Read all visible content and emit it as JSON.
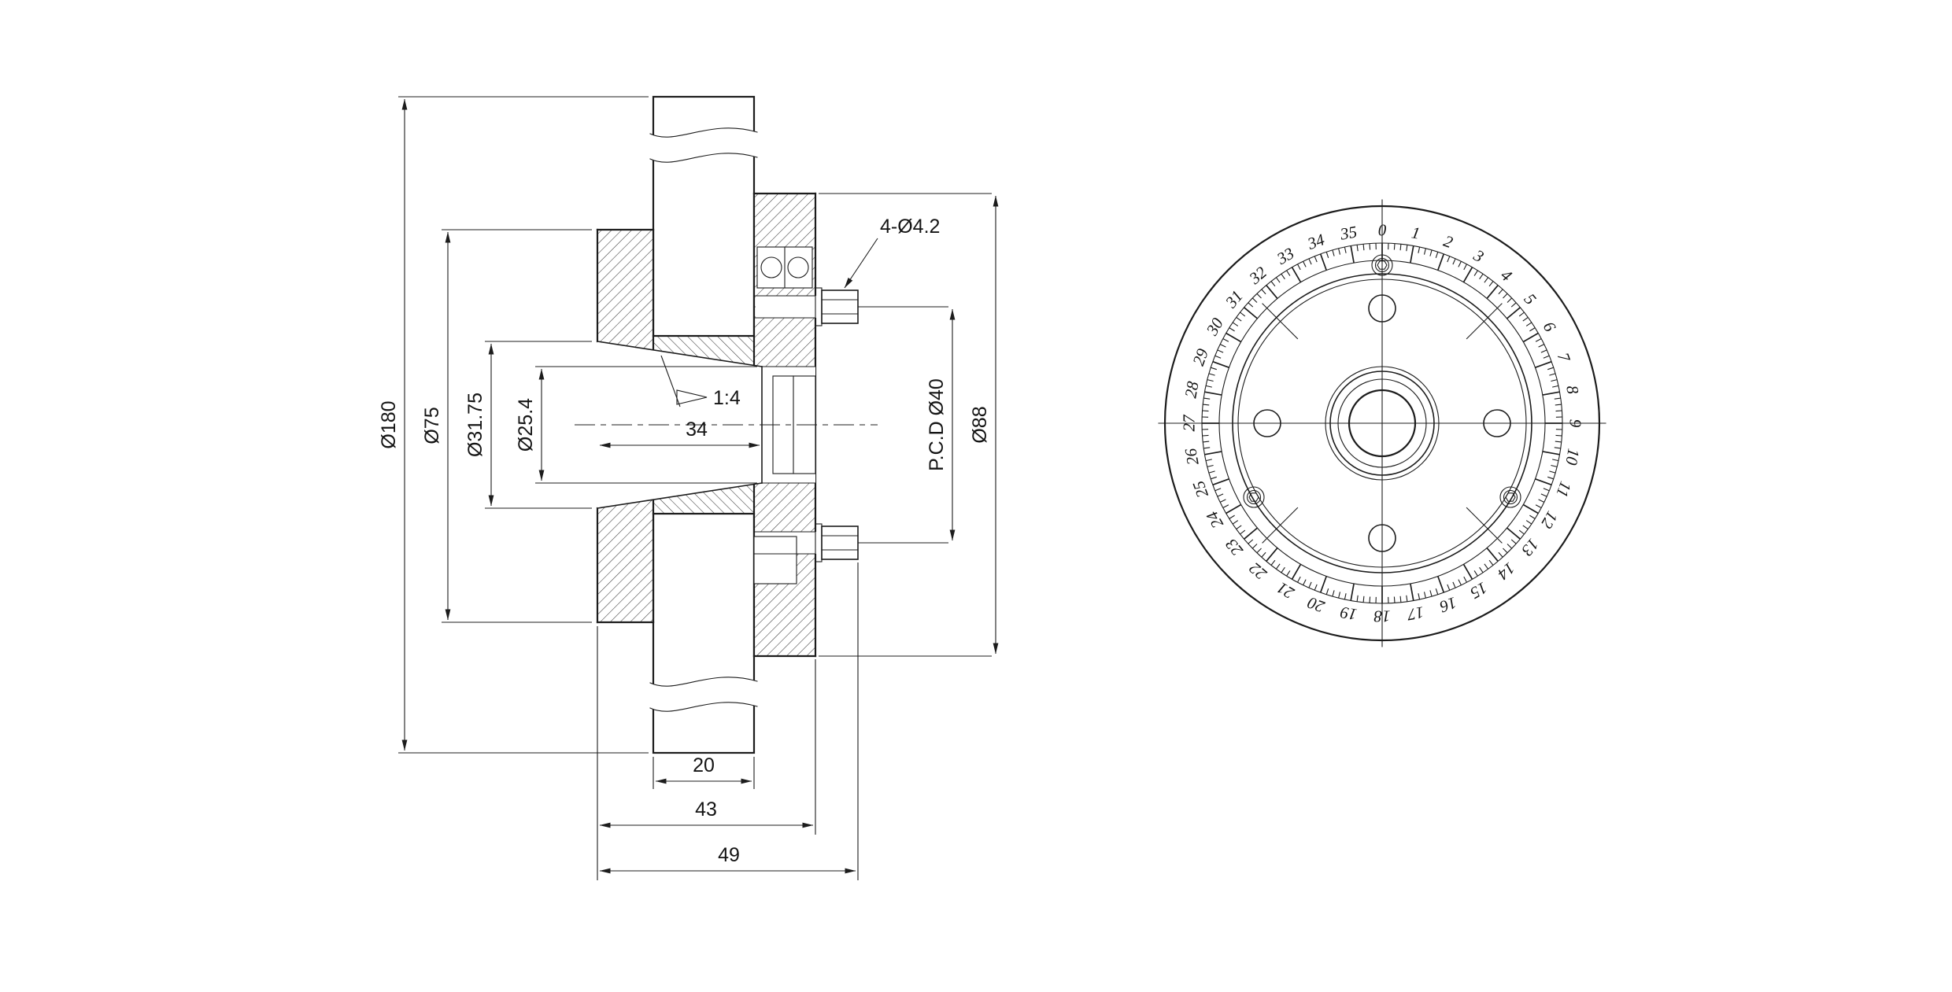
{
  "page": {
    "background": "#ffffff"
  },
  "drawing": {
    "stroke_color": "#1c1c1c",
    "views": {
      "section": {
        "label": "sectional side view of wheel adapter hub",
        "dimensions": {
          "wheel_outer_diameter": "Ø180",
          "flange_diameter": "Ø75",
          "taper_large_diameter": "Ø31.75",
          "bore_diameter": "Ø25.4",
          "taper_depth": "34",
          "taper_ratio": "1:4",
          "mounting_holes": "4-Ø4.2",
          "pitch_circle_diameter": "P.C.D Ø40",
          "hub_body_diameter": "Ø88",
          "wheel_thickness": "20",
          "hub_length": "43",
          "overall_length": "49"
        }
      },
      "dial": {
        "label": "front dial view with graduated ring",
        "scale_numbers": [
          "0",
          "1",
          "2",
          "3",
          "4",
          "5",
          "6",
          "7",
          "8",
          "9",
          "10",
          "11",
          "12",
          "13",
          "14",
          "15",
          "16",
          "17",
          "18",
          "19",
          "20",
          "21",
          "22",
          "23",
          "24",
          "25",
          "26",
          "27",
          "28",
          "29",
          "30",
          "31",
          "32",
          "33",
          "34",
          "35"
        ]
      }
    }
  }
}
